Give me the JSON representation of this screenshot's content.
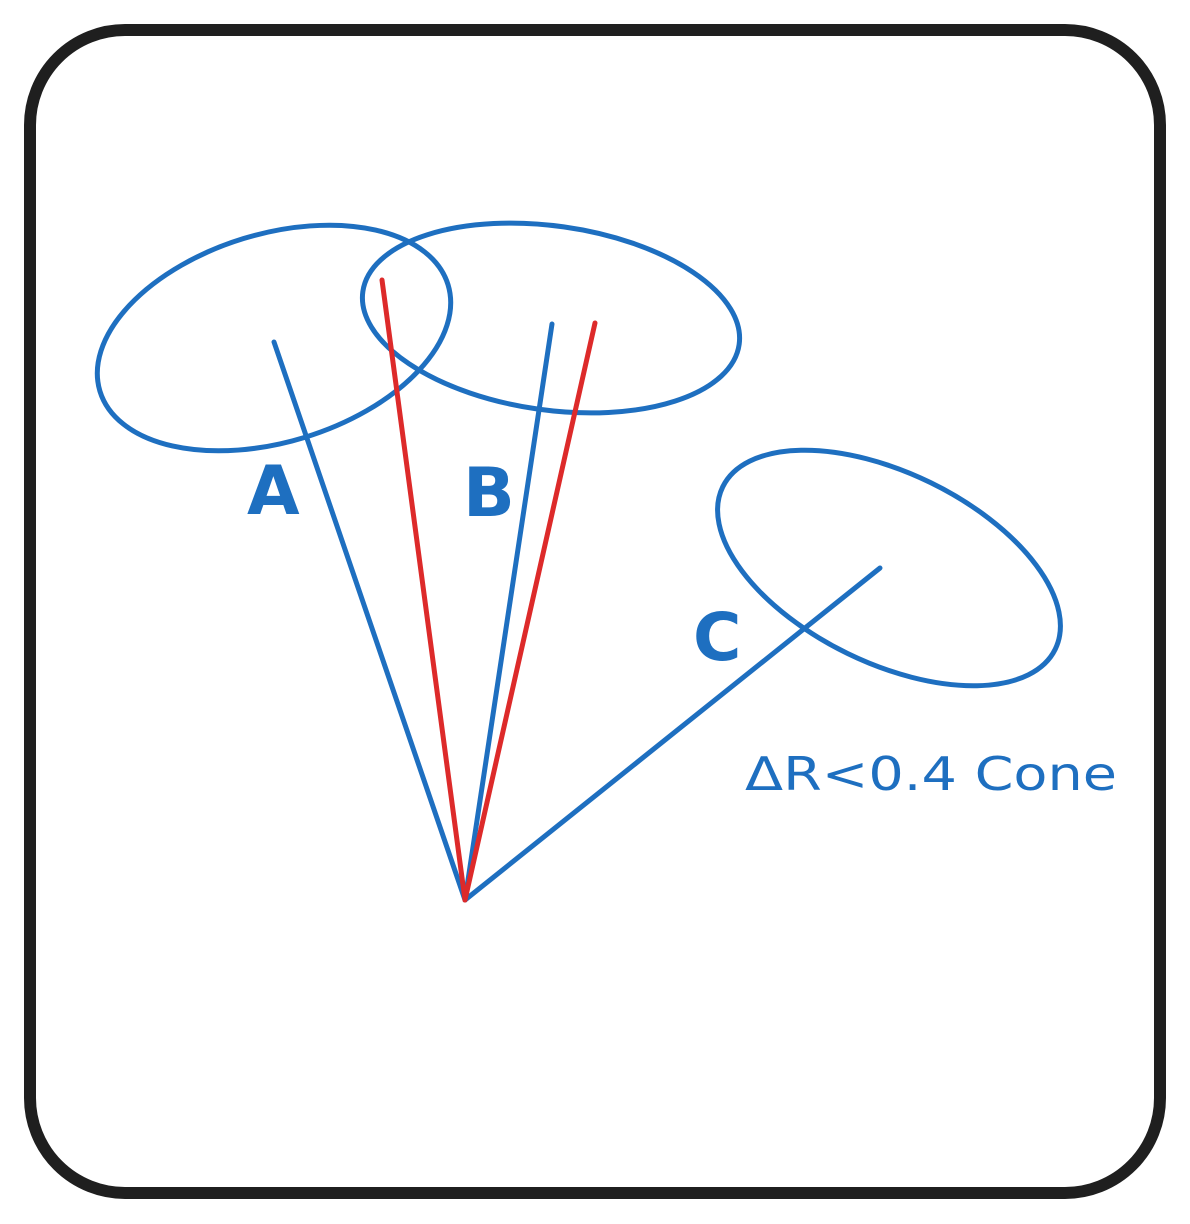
{
  "diagram": {
    "labels": {
      "cone_a": "A",
      "cone_b": "B",
      "cone_c": "C",
      "cone_size": "ΔR<0.4 Cone"
    },
    "colors": {
      "frame": "#1f1f1f",
      "cone": "#1e6fc0",
      "particle": "#dd2a2a",
      "background": "#ffffff"
    }
  }
}
